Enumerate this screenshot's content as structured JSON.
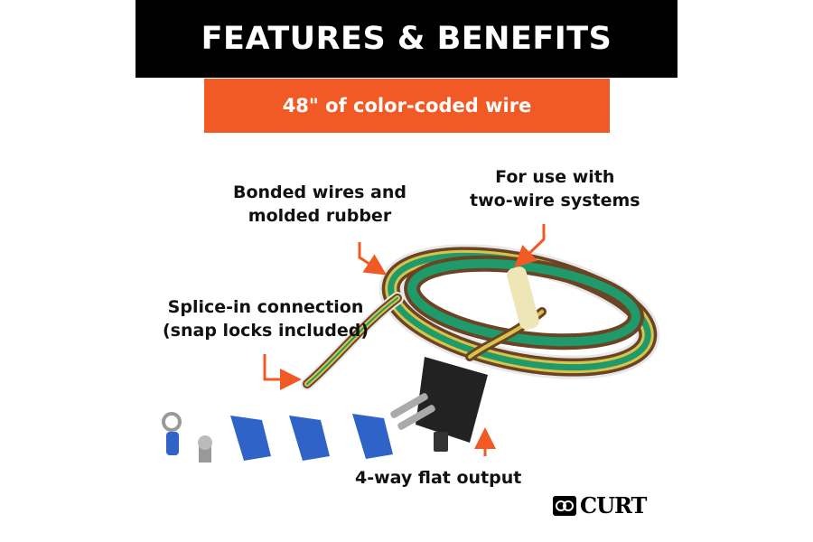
{
  "header": {
    "title": "FEATURES & BENEFITS"
  },
  "subheader": {
    "text": "48\" of color-coded wire"
  },
  "callouts": {
    "bonded": [
      "Bonded wires and",
      "molded rubber"
    ],
    "two_wire": [
      "For use with",
      "two-wire systems"
    ],
    "splice": [
      "Splice-in connection",
      "(snap locks included)"
    ],
    "output": "4-way flat output"
  },
  "brand": {
    "name": "CURT"
  },
  "colors": {
    "header_bg": "#000000",
    "accent": "#f15a24",
    "wire_green": "#1f9a6a",
    "clip_blue": "#2f63c8"
  }
}
